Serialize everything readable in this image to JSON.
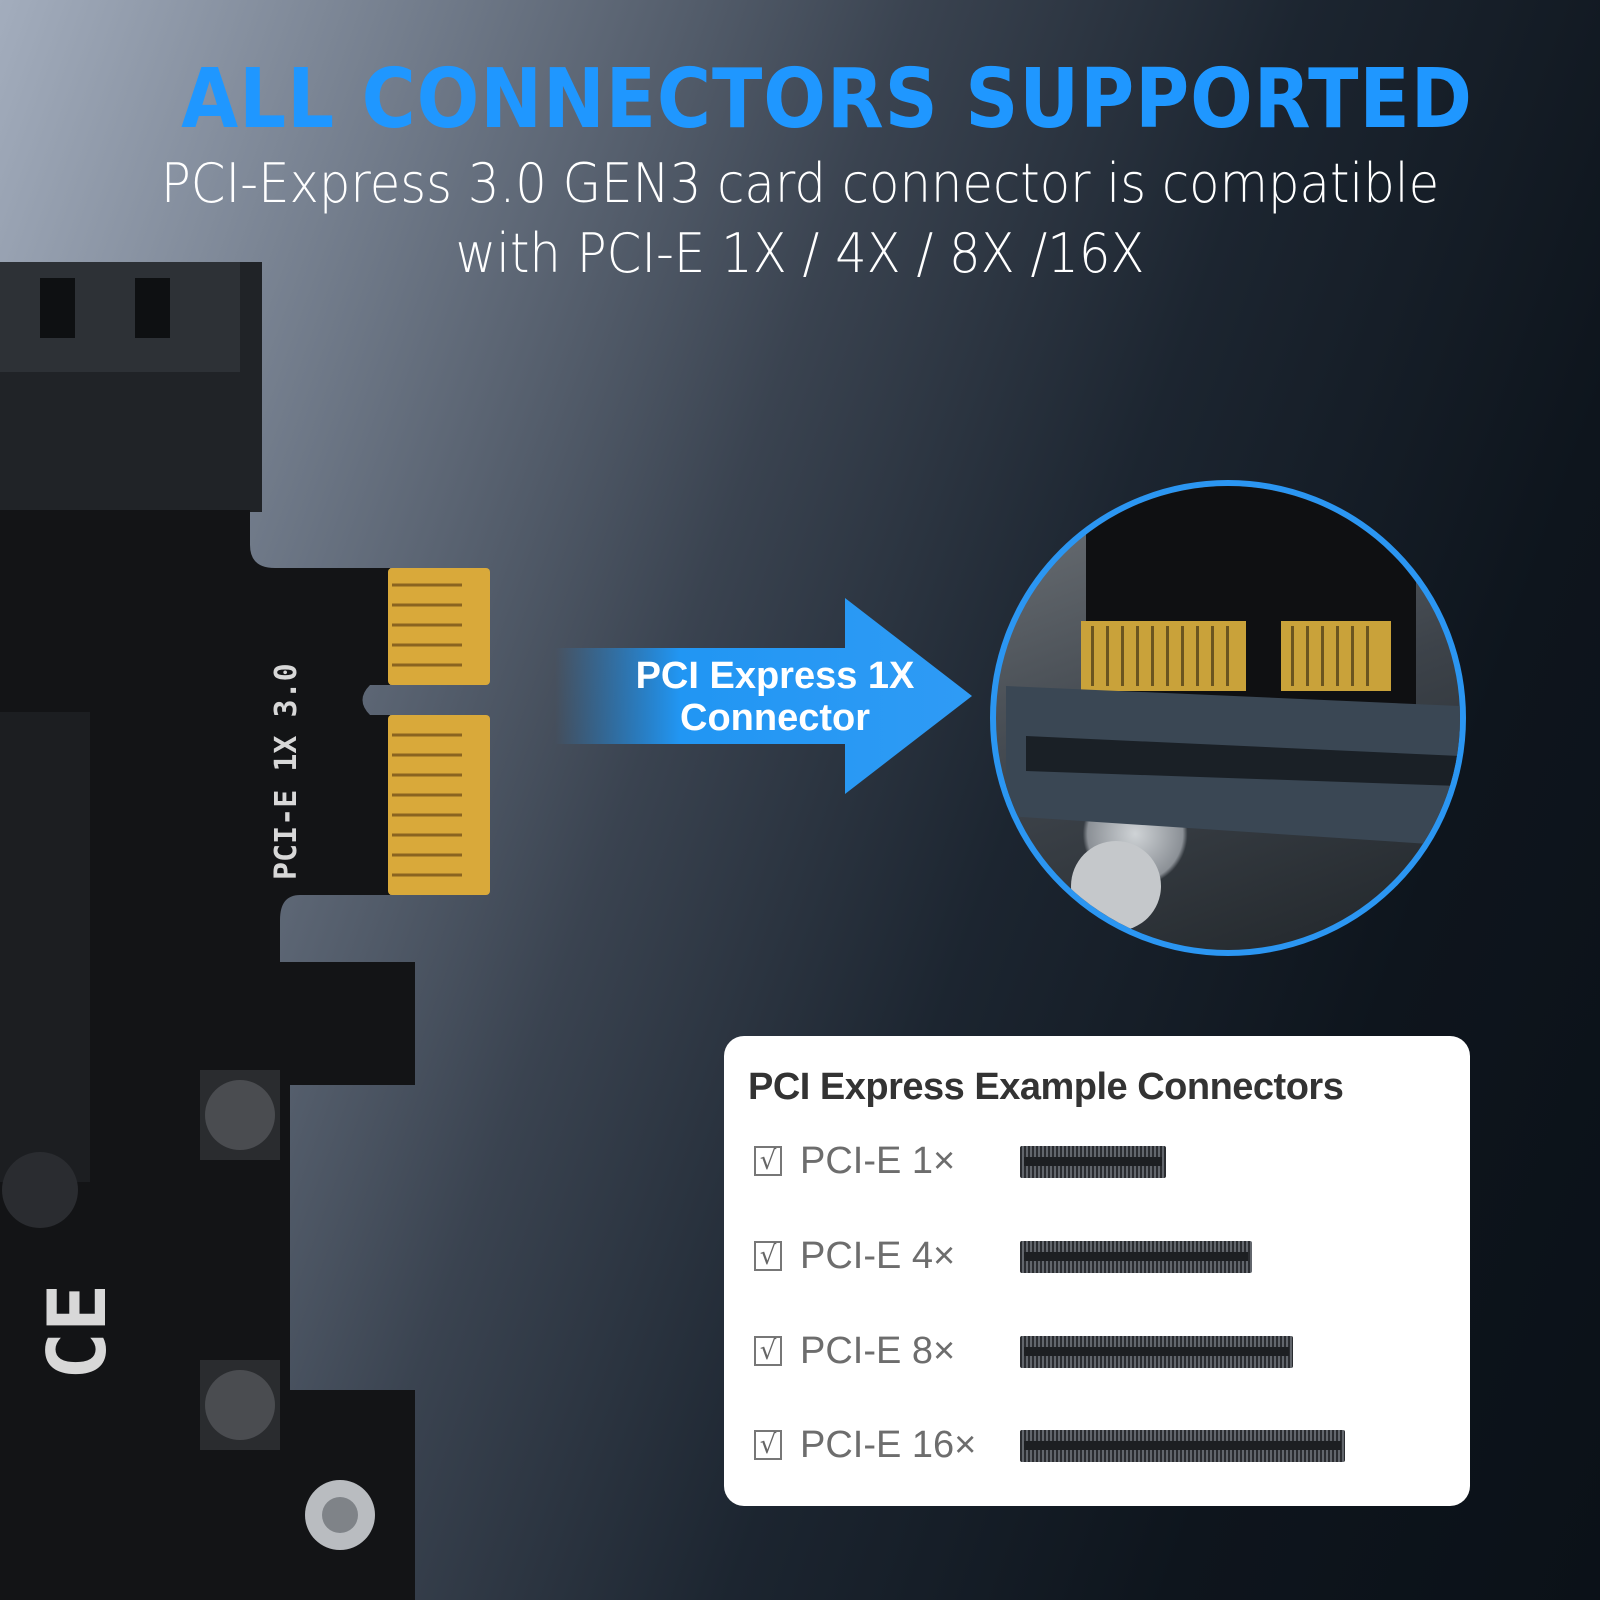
{
  "headline": "ALL CONNECTORS SUPPORTED",
  "subtitle_line1": "PCI-Express 3.0 GEN3 card connector is compatible",
  "subtitle_line2": "with PCI-E 1X / 4X / 8X /16X",
  "arrow_label_line1": "PCI Express 1X",
  "arrow_label_line2": "Connector",
  "pcb_label": "PCI-E 1X 3.0",
  "card": {
    "title": "PCI Express Example Connectors",
    "checkmark": "√",
    "items": [
      {
        "label": "PCI-E 1×",
        "checked": true
      },
      {
        "label": "PCI-E 4×",
        "checked": true
      },
      {
        "label": "PCI-E 8×",
        "checked": true
      },
      {
        "label": "PCI-E 16×",
        "checked": true
      }
    ]
  },
  "colors": {
    "accent": "#1f97ff",
    "arrow": "#2196f3",
    "gold_fingers": "#d9a93a",
    "pcb": "#111111"
  }
}
